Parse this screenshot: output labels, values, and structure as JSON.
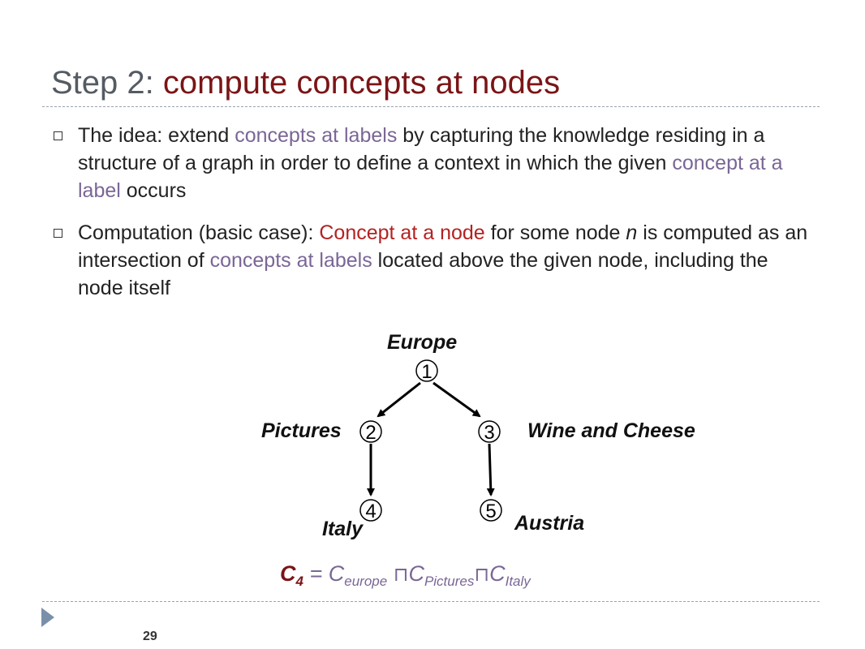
{
  "slide": {
    "title_plain": "Step 2: ",
    "title_accent": "compute concepts at nodes",
    "page_number": "29"
  },
  "bullets": [
    {
      "parts": [
        {
          "text": "The idea: extend ",
          "style": ""
        },
        {
          "text": "concepts at labels",
          "style": "lav"
        },
        {
          "text": " by capturing the knowledge residing in a structure of a graph in order to define a context in which the given ",
          "style": ""
        },
        {
          "text": "concept at a label",
          "style": "lav"
        },
        {
          "text": " occurs",
          "style": ""
        }
      ]
    },
    {
      "parts": [
        {
          "text": "Computation (basic case): ",
          "style": ""
        },
        {
          "text": "Concept at a node",
          "style": "red"
        },
        {
          "text": " for some node ",
          "style": ""
        },
        {
          "text": "n",
          "style": "ital"
        },
        {
          "text": " is computed as an intersection of ",
          "style": ""
        },
        {
          "text": "concepts at labels",
          "style": "lav"
        },
        {
          "text": " located above the given node, including the node itself",
          "style": ""
        }
      ]
    }
  ],
  "tree": {
    "nodes": [
      {
        "id": "1",
        "label": "Europe"
      },
      {
        "id": "2",
        "label": "Pictures"
      },
      {
        "id": "3",
        "label": "Wine and Cheese"
      },
      {
        "id": "4",
        "label": "Italy"
      },
      {
        "id": "5",
        "label": "Austria"
      }
    ]
  },
  "formula": {
    "lhs": "C",
    "lhs_sub": "4",
    "eq": " = ",
    "t1": "C",
    "t1_sub": "europe",
    "op1": "⊓",
    "t2": "C",
    "t2_sub": "Pictures",
    "op2": "⊓",
    "t3": "C",
    "t3_sub": "Italy"
  }
}
